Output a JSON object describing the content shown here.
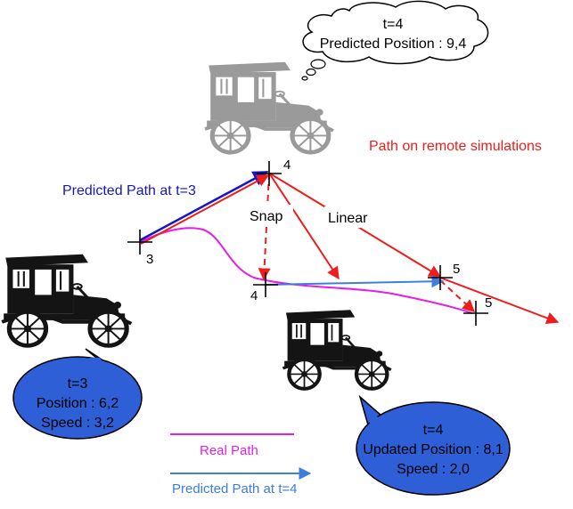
{
  "thought_bubble": {
    "line1": "t=4",
    "line2": "Predicted Position : 9,4"
  },
  "remote_label": "Path on remote simulations",
  "predicted_t3_label": "Predicted Path at t=3",
  "snap_label": "Snap",
  "linear_label": "Linear",
  "markers": {
    "start": "3",
    "predicted_t4": "4",
    "snapped_t4": "4",
    "predicted_t5_new": "5",
    "predicted_t5_old": "5"
  },
  "bubble_left": {
    "line1": "t=3",
    "line2": "Position : 6,2",
    "line3": "Speed : 3,2"
  },
  "bubble_right": {
    "line1": "t=4",
    "line2": "Updated Position : 8,1",
    "line3": "Speed : 2,0"
  },
  "legend": {
    "real_path": "Real Path",
    "predicted_t4": "Predicted Path at t=4"
  },
  "colors": {
    "red": "#ee1c1c",
    "blue": "#1515c8",
    "light_blue": "#3d7ee0",
    "magenta": "#e41ee4",
    "bubble_fill": "#2e5fd6"
  },
  "icons": [
    "car-icon"
  ]
}
